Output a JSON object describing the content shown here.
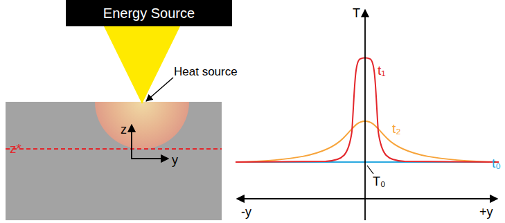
{
  "diagram": {
    "nodes": [
      {
        "text": [
          "Energy Source"
        ]
      }
    ],
    "labels": [
      "Heat source",
      "z*",
      "z",
      "y",
      "T",
      "t₁",
      "t₂",
      "t₀",
      "T₀",
      "-y",
      "+y"
    ]
  }
}
